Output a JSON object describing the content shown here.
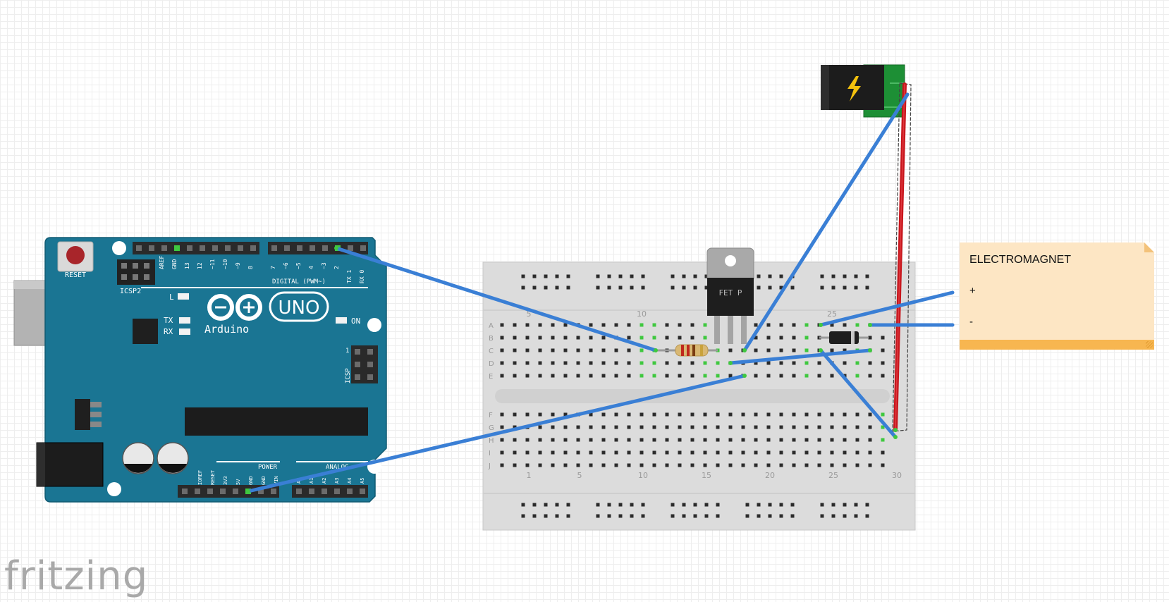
{
  "arduino": {
    "reset_label": "RESET",
    "icsp2_label": "ICSP2",
    "icsp_label": "ICSP",
    "l_label": "L",
    "tx_label": "TX",
    "rx_label": "RX",
    "on_label": "ON",
    "brand": "Arduino",
    "model": "UNO",
    "digital_label": "DIGITAL (PWM~)",
    "power_label": "POWER",
    "analog_label": "ANALOG",
    "pin1_label": "1",
    "header_top_labels": [
      "AREF",
      "GND",
      "13",
      "12",
      "~11",
      "~10",
      "~9",
      "8",
      "7",
      "~6",
      "~5",
      "4",
      "~3",
      "2",
      "TX 1",
      "RX 0"
    ],
    "header_power_labels": [
      "IOREF",
      "RESET",
      "3V3",
      "5V",
      "GND",
      "GND",
      "VIN"
    ],
    "header_analog_labels": [
      "A0",
      "A1",
      "A2",
      "A3",
      "A4",
      "A5"
    ]
  },
  "breadboard": {
    "row_labels_top": [
      "A",
      "B",
      "C",
      "D",
      "E"
    ],
    "row_labels_bottom": [
      "F",
      "G",
      "H",
      "I",
      "J"
    ],
    "column_numbers": [
      "1",
      "5",
      "10",
      "15",
      "20",
      "25",
      "30"
    ]
  },
  "mosfet": {
    "label": "FET P"
  },
  "note": {
    "title": "ELECTROMAGNET",
    "plus": "+",
    "minus": "-"
  },
  "footer": {
    "logo_text": "fritzing"
  },
  "colors": {
    "arduino_board": "#1a7593",
    "wire_blue": "#3a7fd5",
    "wire_red": "#c8161d",
    "breadboard": "#dcdcdc",
    "note_bg": "#fde6c4",
    "note_bar": "#f7b650",
    "jack_pcb": "#1d8f35"
  }
}
